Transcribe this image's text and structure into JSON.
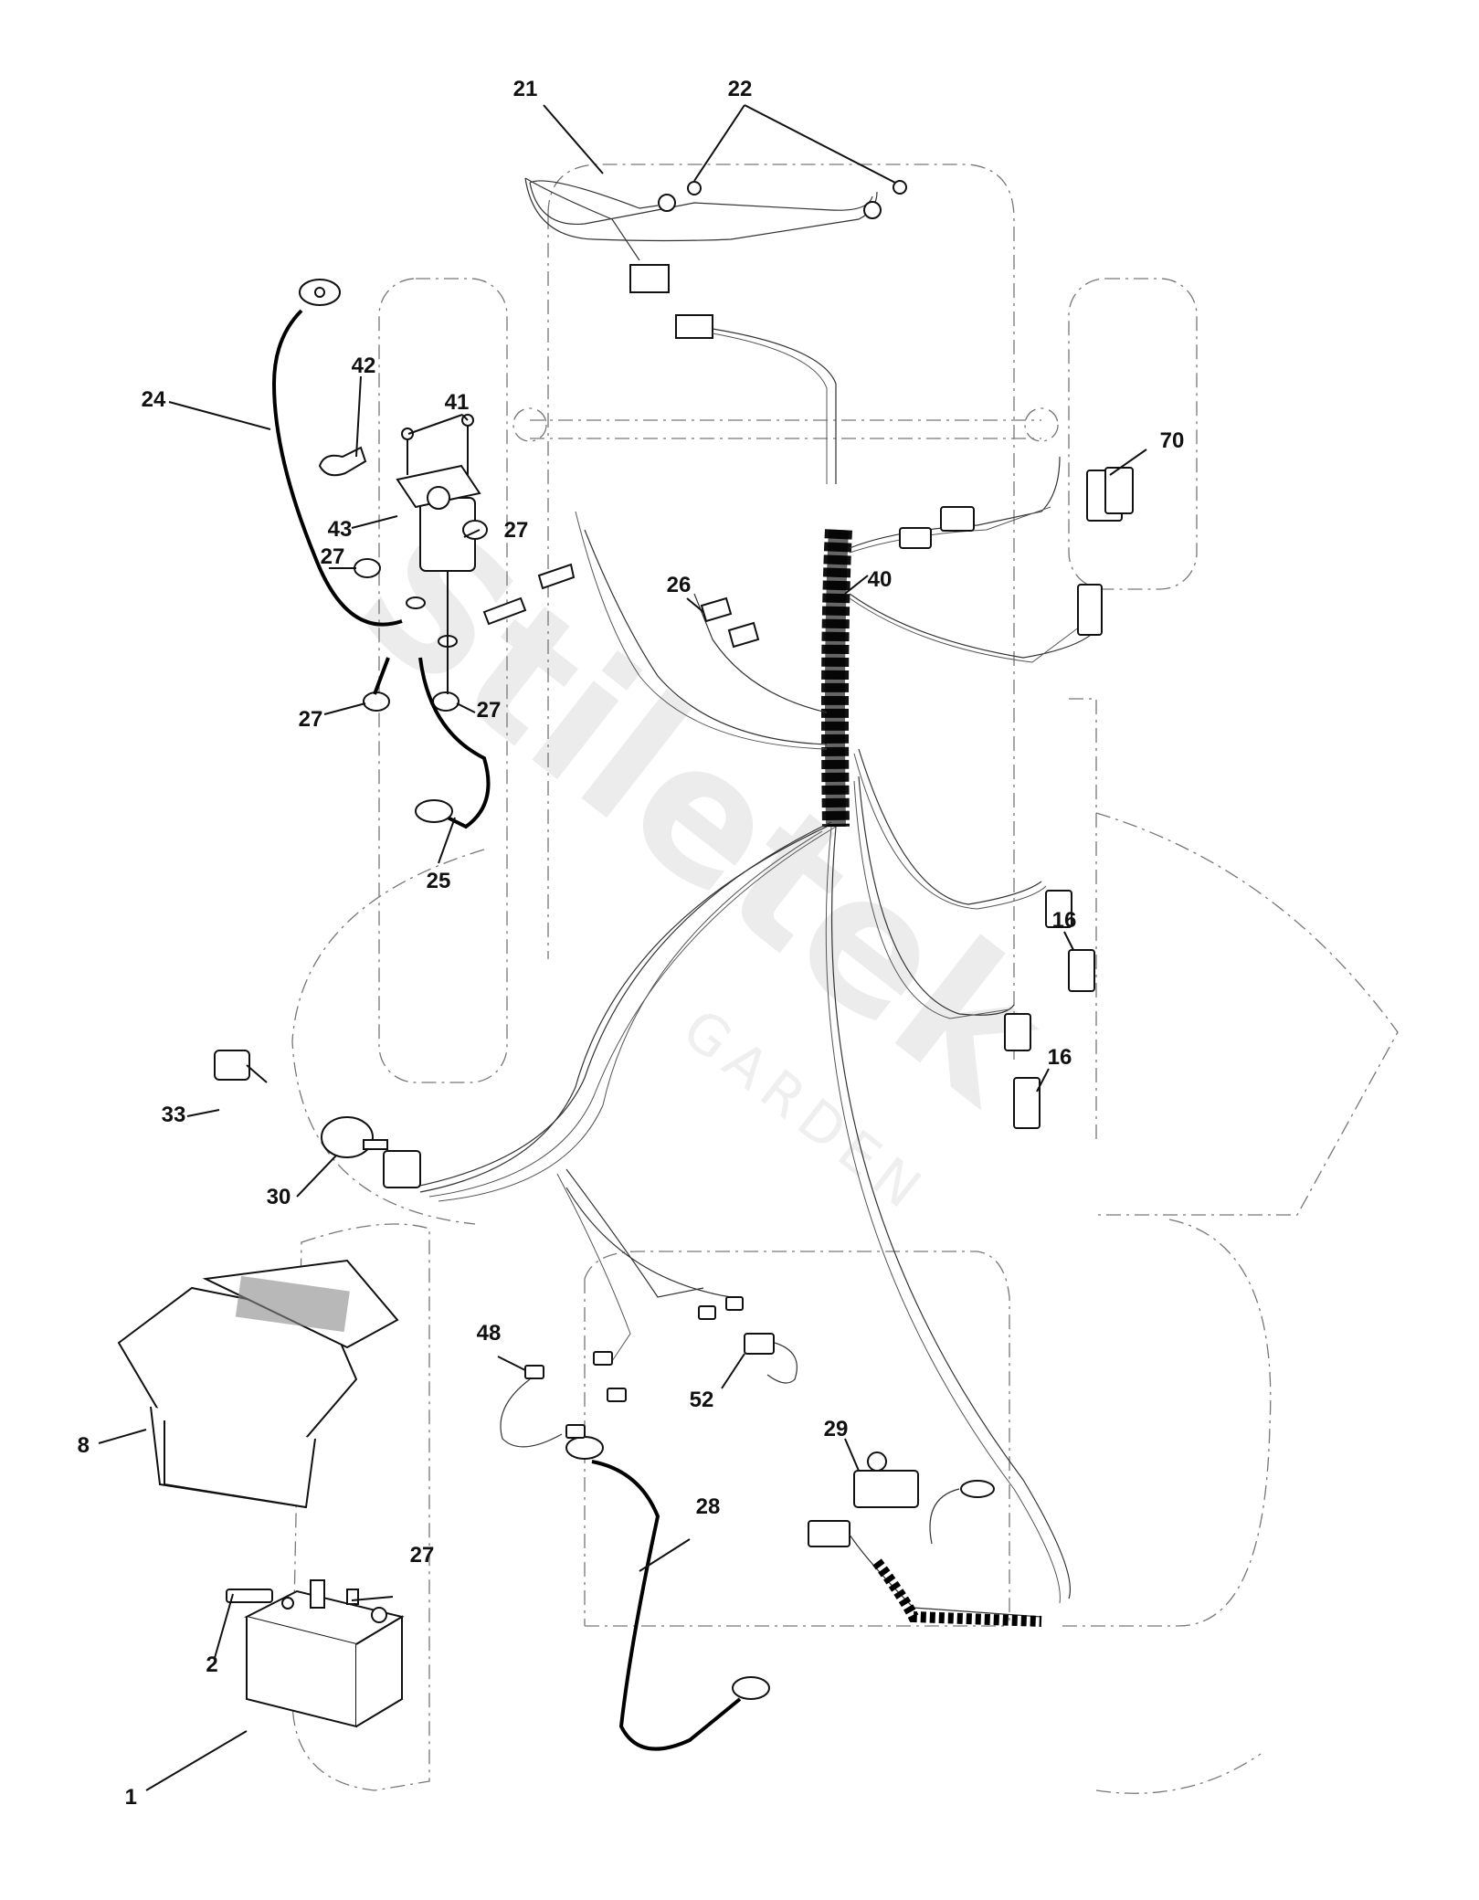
{
  "watermark": {
    "brand": "Stiletek",
    "sub": "GARDEN"
  },
  "callouts": [
    {
      "id": "c1",
      "text": "1"
    },
    {
      "id": "c2",
      "text": "2"
    },
    {
      "id": "c8",
      "text": "8"
    },
    {
      "id": "c16a",
      "text": "16"
    },
    {
      "id": "c16b",
      "text": "16"
    },
    {
      "id": "c21",
      "text": "21"
    },
    {
      "id": "c22",
      "text": "22"
    },
    {
      "id": "c24",
      "text": "24"
    },
    {
      "id": "c25",
      "text": "25"
    },
    {
      "id": "c26",
      "text": "26"
    },
    {
      "id": "c27a",
      "text": "27"
    },
    {
      "id": "c27b",
      "text": "27"
    },
    {
      "id": "c27c",
      "text": "27"
    },
    {
      "id": "c27d",
      "text": "27"
    },
    {
      "id": "c27e",
      "text": "27"
    },
    {
      "id": "c28",
      "text": "28"
    },
    {
      "id": "c29",
      "text": "29"
    },
    {
      "id": "c30",
      "text": "30"
    },
    {
      "id": "c33",
      "text": "33"
    },
    {
      "id": "c40",
      "text": "40"
    },
    {
      "id": "c41",
      "text": "41"
    },
    {
      "id": "c42",
      "text": "42"
    },
    {
      "id": "c43",
      "text": "43"
    },
    {
      "id": "c48",
      "text": "48"
    },
    {
      "id": "c52",
      "text": "52"
    },
    {
      "id": "c70",
      "text": "70"
    }
  ]
}
